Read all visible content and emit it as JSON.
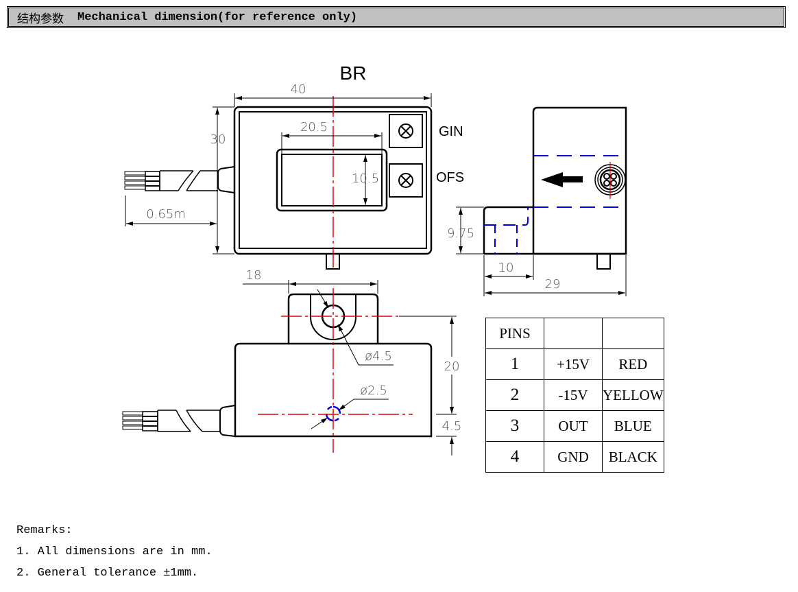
{
  "header": {
    "title_cn": "结构参数",
    "title_en": "Mechanical dimension(for reference only)"
  },
  "drawing": {
    "model": "BR",
    "labels": {
      "gin": "GIN",
      "ofs": "OFS"
    },
    "dimensions": {
      "width": "40",
      "height": "30",
      "window_width": "20.5",
      "window_height": "10.5",
      "cable_length": "0.65m",
      "side_base_height": "9.75",
      "side_base_width": "10",
      "side_total_width": "29",
      "tab_width": "18",
      "mount_hole": "ø4.5",
      "center_hole": "ø2.5",
      "hole_spacing": "20",
      "hole_offset": "4.5"
    }
  },
  "pins_table": {
    "header": [
      "PINS",
      "",
      ""
    ],
    "rows": [
      [
        "1",
        "+15V",
        "RED"
      ],
      [
        "2",
        "-15V",
        "YELLOW"
      ],
      [
        "3",
        "OUT",
        "BLUE"
      ],
      [
        "4",
        "GND",
        "BLACK"
      ]
    ]
  },
  "remarks": {
    "title": "Remarks:",
    "items": [
      "1. All dimensions are in mm.",
      "2. General tolerance ±1mm."
    ]
  },
  "colors": {
    "center_line": "#e00000",
    "hidden_line": "#0000dd",
    "header_bg": "#c0c0c0"
  }
}
